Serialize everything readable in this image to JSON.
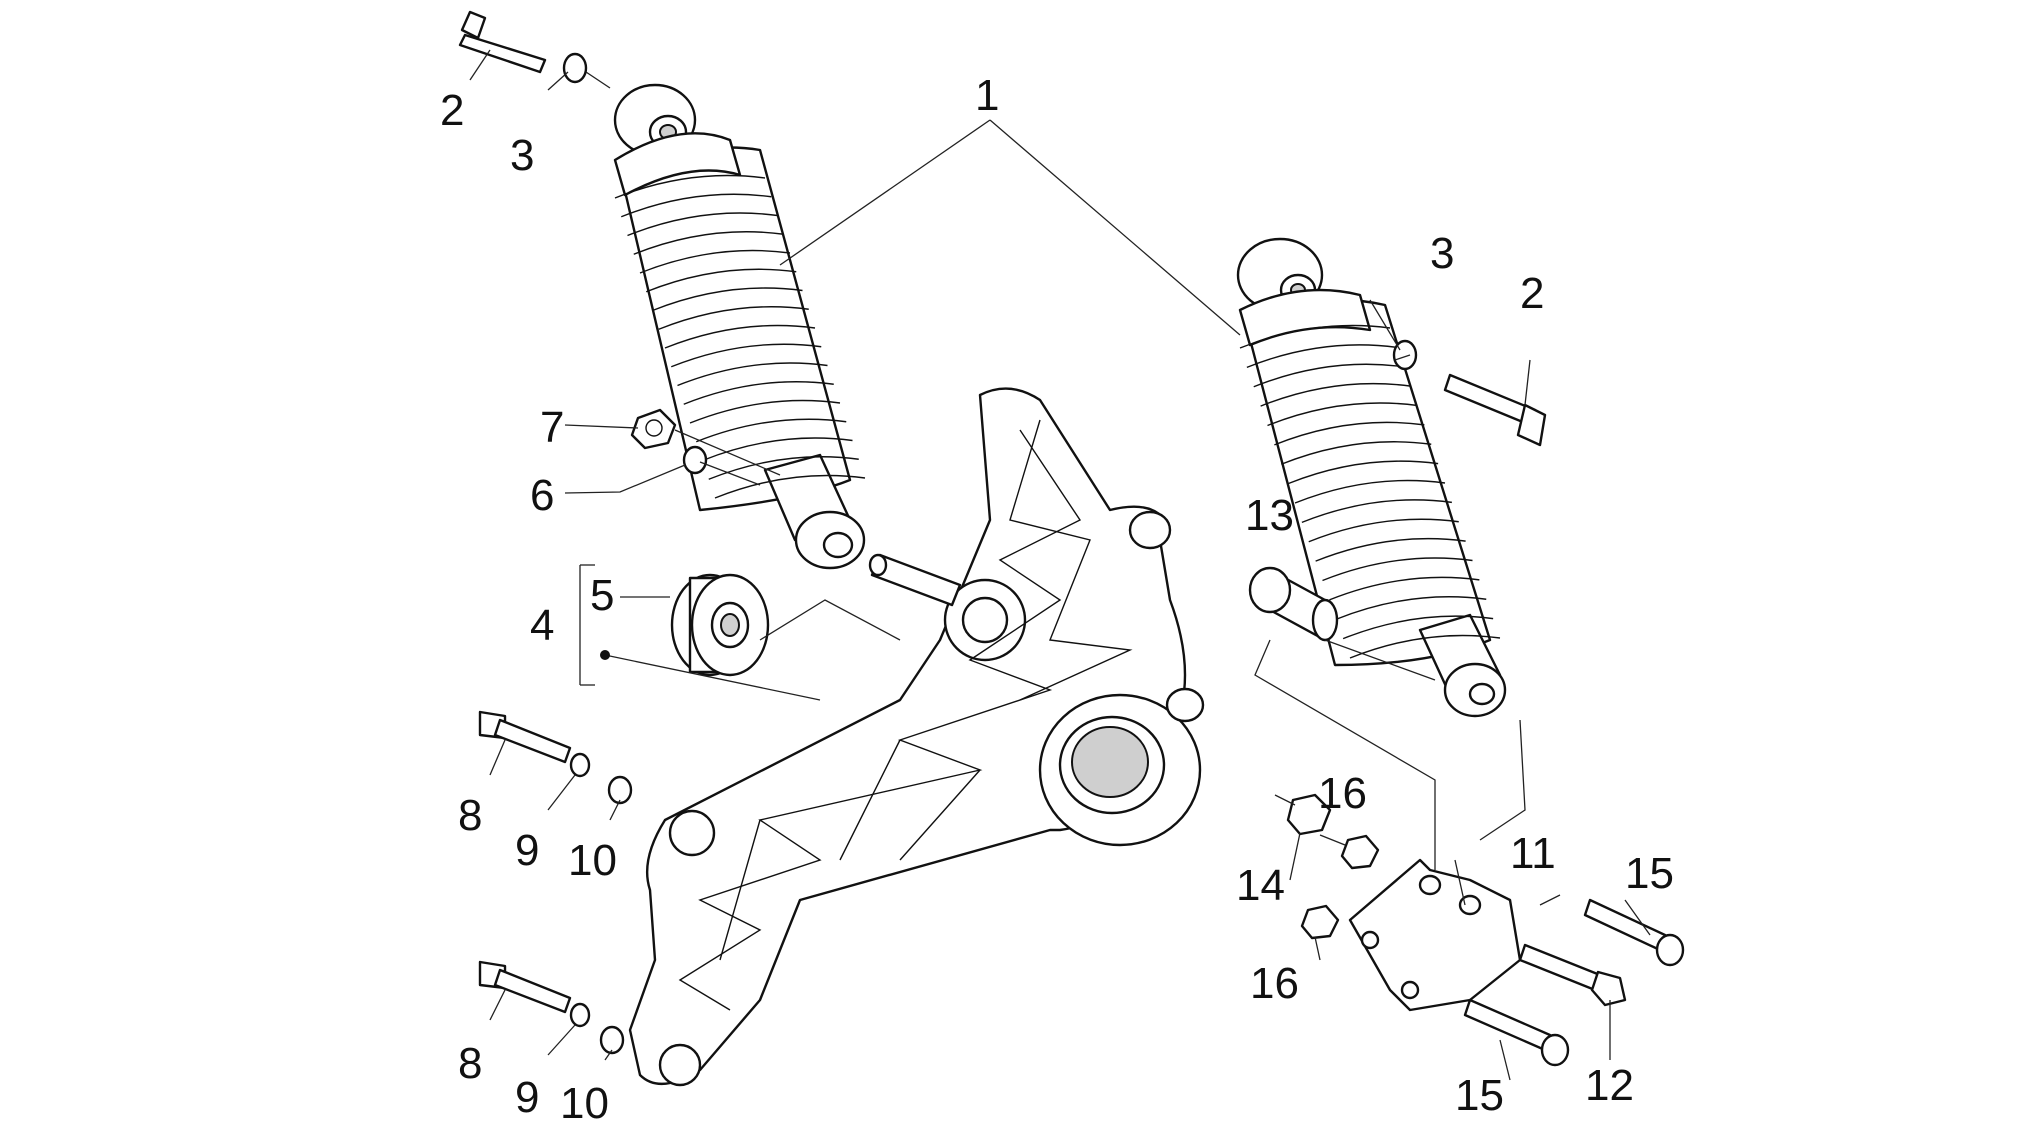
{
  "diagram": {
    "labels": {
      "l1": "1",
      "l2a": "2",
      "l2b": "2",
      "l3a": "3",
      "l3b": "3",
      "l4": "4",
      "l5": "5",
      "l6": "6",
      "l7": "7",
      "l8a": "8",
      "l8b": "8",
      "l9a": "9",
      "l9b": "9",
      "l10a": "10",
      "l10b": "10",
      "l11": "11",
      "l12": "12",
      "l13": "13",
      "l14": "14",
      "l15a": "15",
      "l15b": "15",
      "l16a": "16",
      "l16b": "16"
    }
  }
}
